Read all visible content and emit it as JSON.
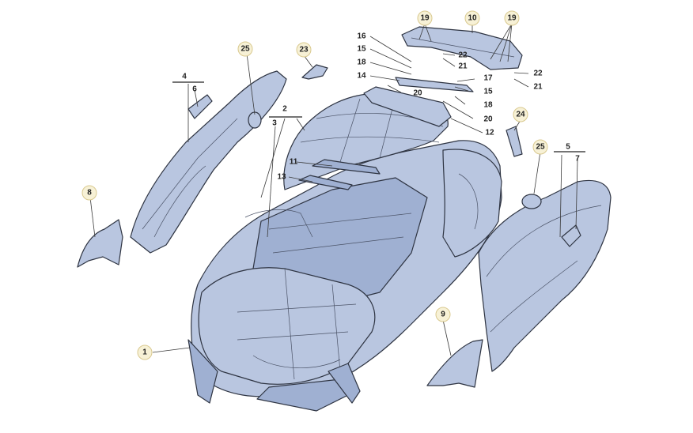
{
  "callouts": {
    "c1": "1",
    "c2": "2",
    "c3": "3",
    "c4": "4",
    "c5": "5",
    "c6": "6",
    "c7": "7",
    "c8": "8",
    "c9": "9",
    "c10": "10",
    "c11": "11",
    "c12": "12",
    "c13": "13",
    "c14": "14",
    "c15a": "15",
    "c15b": "15",
    "c16": "16",
    "c17": "17",
    "c18a": "18",
    "c18b": "18",
    "c19a": "19",
    "c19b": "19",
    "c20a": "20",
    "c20b": "20",
    "c21a": "21",
    "c21b": "21",
    "c22a": "22",
    "c22b": "22",
    "c23": "23",
    "c24": "24",
    "c25a": "25",
    "c25b": "25"
  },
  "colors": {
    "panel_fill": "#b9c6e0",
    "panel_stroke": "#2e3442",
    "callout_fill": "#f7f1d6"
  }
}
